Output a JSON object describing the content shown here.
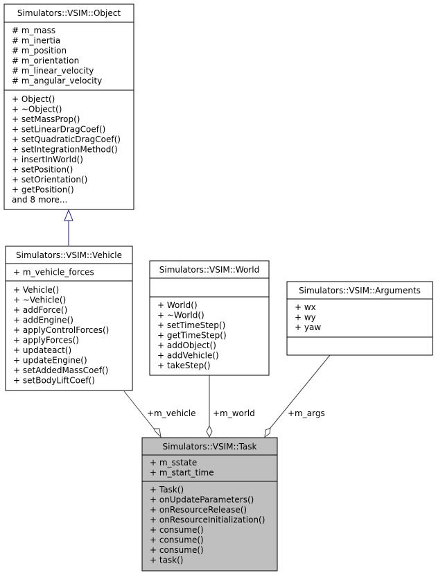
{
  "classes": {
    "object": {
      "name": "Simulators::VSIM::Object",
      "attributes": [
        "# m_mass",
        "# m_inertia",
        "# m_position",
        "# m_orientation",
        "# m_linear_velocity",
        "# m_angular_velocity"
      ],
      "methods": [
        "+ Object()",
        "+ ~Object()",
        "+ setMassProp()",
        "+ setLinearDragCoef()",
        "+ setQuadraticDragCoef()",
        "+ setIntegrationMethod()",
        "+ insertInWorld()",
        "+ setPosition()",
        "+ setOrientation()",
        "+ getPosition()",
        "and 8 more..."
      ]
    },
    "vehicle": {
      "name": "Simulators::VSIM::Vehicle",
      "attributes": [
        "+ m_vehicle_forces"
      ],
      "methods": [
        "+ Vehicle()",
        "+ ~Vehicle()",
        "+ addForce()",
        "+ addEngine()",
        "+ applyControlForces()",
        "+ applyForces()",
        "+ updateact()",
        "+ updateEngine()",
        "+ setAddedMassCoef()",
        "+ setBodyLiftCoef()"
      ]
    },
    "world": {
      "name": "Simulators::VSIM::World",
      "attributes": [],
      "methods": [
        "+ World()",
        "+ ~World()",
        "+ setTimeStep()",
        "+ getTimeStep()",
        "+ addObject()",
        "+ addVehicle()",
        "+ takeStep()"
      ]
    },
    "arguments": {
      "name": "Simulators::VSIM::Arguments",
      "attributes": [
        "+ wx",
        "+ wy",
        "+ yaw"
      ],
      "methods": []
    },
    "task": {
      "name": "Simulators::VSIM::Task",
      "attributes": [
        "+ m_sstate",
        "+ m_start_time"
      ],
      "methods": [
        "+ Task()",
        "+ onUpdateParameters()",
        "+ onResourceRelease()",
        "+ onResourceInitialization()",
        "+ consume()",
        "+ consume()",
        "+ consume()",
        "+ task()"
      ]
    }
  },
  "relations": {
    "vehicle_label": "+m_vehicle",
    "world_label": "+m_world",
    "args_label": "+m_args"
  },
  "colors": {
    "highlight_fill": "#bfbfbf",
    "inheritance_line": "#191970",
    "line": "#404040"
  }
}
